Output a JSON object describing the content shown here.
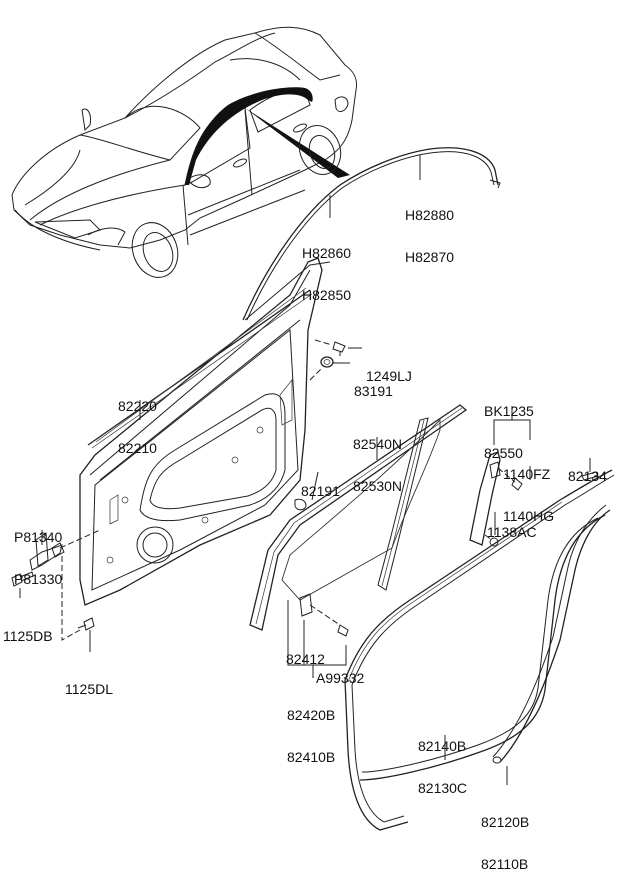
{
  "diagram": {
    "title": "Front Door Panel & Weatherstrip Parts Diagram",
    "callouts": [
      {
        "id": "roof-molding",
        "parts": [
          "H82880",
          "H82870"
        ]
      },
      {
        "id": "drip-molding",
        "parts": [
          "H82860",
          "H82850"
        ]
      },
      {
        "id": "clip",
        "parts": [
          "1249LJ"
        ]
      },
      {
        "id": "plug",
        "parts": [
          "83191"
        ]
      },
      {
        "id": "door-panel",
        "parts": [
          "82220",
          "82210"
        ]
      },
      {
        "id": "channel-bracket",
        "parts": [
          "BK1235",
          "82550"
        ]
      },
      {
        "id": "glass-run",
        "parts": [
          "82540N",
          "82530N"
        ]
      },
      {
        "id": "bracket-bolt",
        "parts": [
          "1140FZ",
          "1140HG"
        ]
      },
      {
        "id": "pad",
        "parts": [
          "82134"
        ]
      },
      {
        "id": "grommet",
        "parts": [
          "82191"
        ]
      },
      {
        "id": "checker",
        "parts": [
          "P81340",
          "P81330"
        ]
      },
      {
        "id": "nut",
        "parts": [
          "1138AC"
        ]
      },
      {
        "id": "checker-bolt",
        "parts": [
          "1125DB"
        ]
      },
      {
        "id": "bolt",
        "parts": [
          "1125DL"
        ]
      },
      {
        "id": "glass-holder",
        "parts": [
          "82412"
        ]
      },
      {
        "id": "screw",
        "parts": [
          "A99332"
        ]
      },
      {
        "id": "door-glass",
        "parts": [
          "82420B",
          "82410B"
        ]
      },
      {
        "id": "door-weatherstrip",
        "parts": [
          "82140B",
          "82130C"
        ]
      },
      {
        "id": "body-weatherstrip",
        "parts": [
          "82120B",
          "82110B"
        ]
      }
    ]
  }
}
